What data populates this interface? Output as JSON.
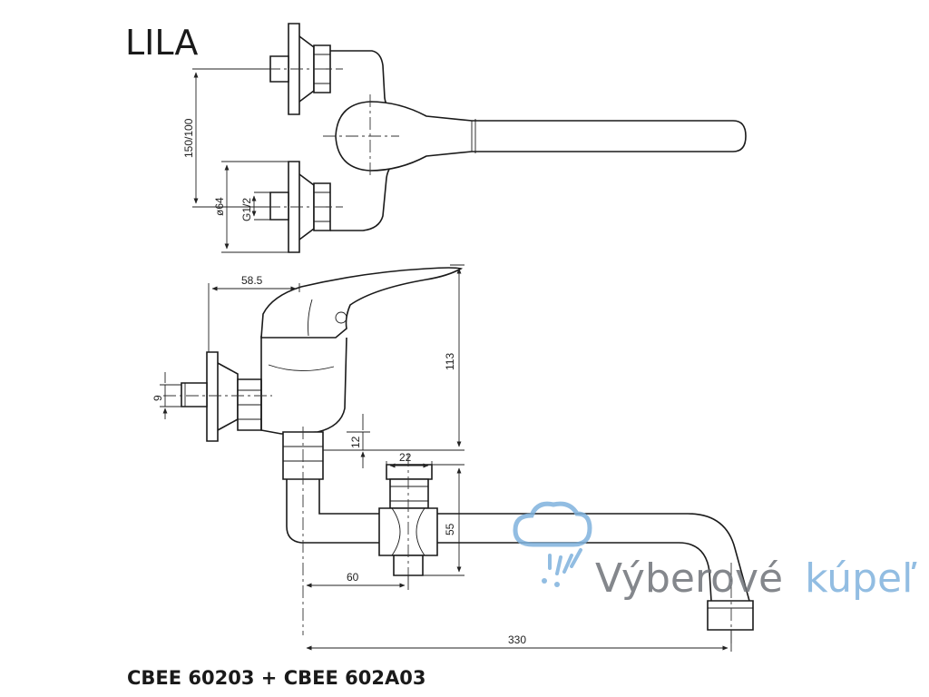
{
  "diagram": {
    "title": "LILA",
    "product_code": "CBEE 60203 + CBEE 602A03",
    "dimensions": {
      "d_150_100": "150/100",
      "d_64": "ø64",
      "d_g12": "G1/2",
      "d_58_5": "58.5",
      "d_113": "113",
      "d_9": "9",
      "d_12": "12",
      "d_22": "22",
      "d_55": "55",
      "d_60": "60",
      "d_330": "330"
    }
  },
  "watermark": {
    "text_a": "Výberové",
    "text_b": "kúpeľ",
    "color_dark": "#6f7378",
    "color_light": "#7fb2dd",
    "icon": "shower-icon"
  }
}
